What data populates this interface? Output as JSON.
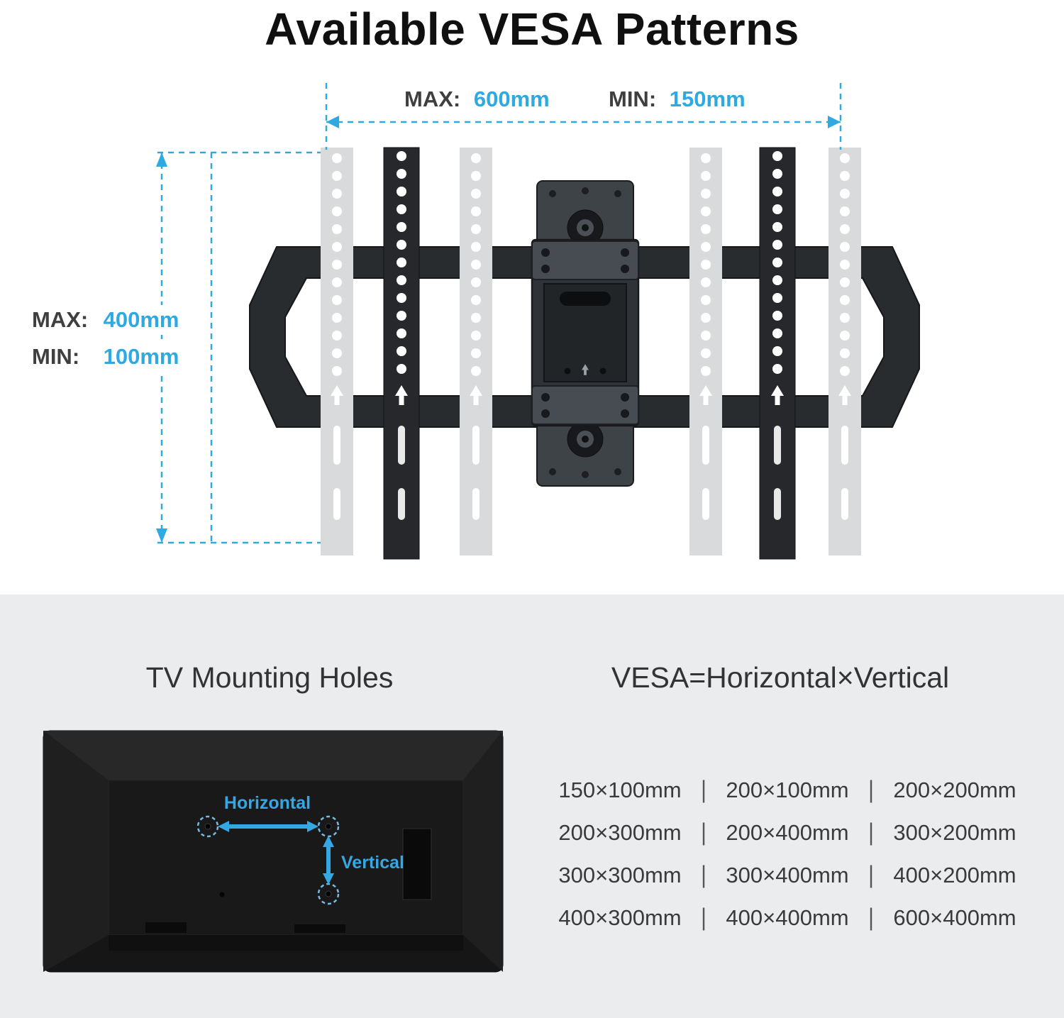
{
  "title": "Available VESA Patterns",
  "colors": {
    "accent_blue": "#2ea9e1",
    "label_dark": "#3f3f3f",
    "bottom_background": "#ebeced"
  },
  "dimensions": {
    "width_max_label": "MAX:",
    "width_max_value": "600mm",
    "width_min_label": "MIN:",
    "width_min_value": "150mm",
    "height_max_label": "MAX:",
    "height_max_value": "400mm",
    "height_min_label": "MIN:",
    "height_min_value": "100mm"
  },
  "sections": {
    "tv_heading": "TV Mounting Holes",
    "vesa_heading": "VESA=Horizontal×Vertical"
  },
  "tv_diagram": {
    "horizontal_label": "Horizontal",
    "vertical_label": "Vertical"
  },
  "vesa_table": {
    "separator": "|",
    "rows": [
      [
        "150×100mm",
        "200×100mm",
        "200×200mm"
      ],
      [
        "200×300mm",
        "200×400mm",
        "300×200mm"
      ],
      [
        "300×300mm",
        "300×400mm",
        "400×200mm"
      ],
      [
        "400×300mm",
        "400×400mm",
        "600×400mm"
      ]
    ]
  }
}
